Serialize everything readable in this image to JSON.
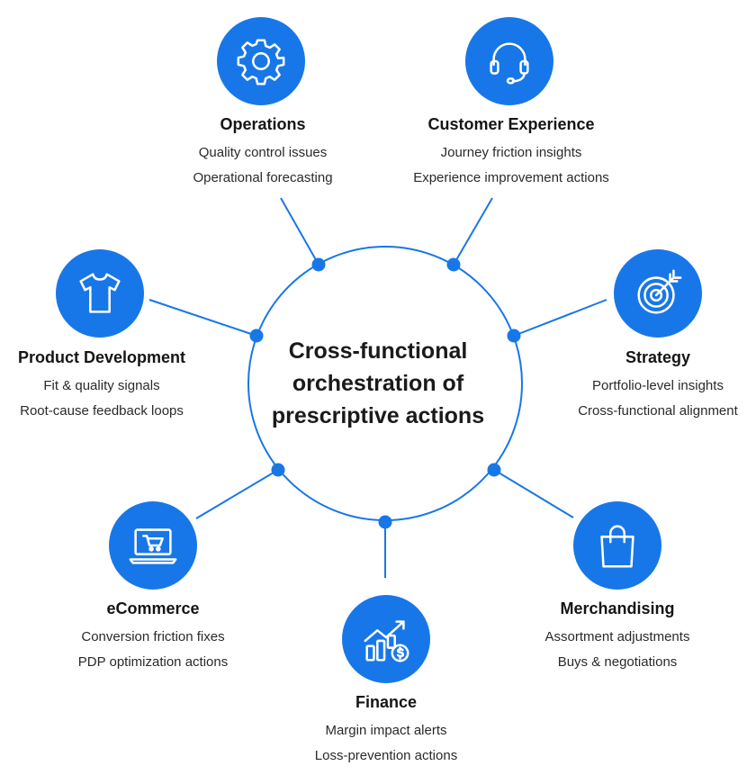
{
  "center": {
    "lines": [
      "Cross-functional",
      "orchestration of",
      "prescriptive actions"
    ]
  },
  "colors": {
    "accent": "#1877e8",
    "line": "#1877e8",
    "text": "#1a1a1a"
  },
  "functions": [
    {
      "id": "operations",
      "icon": "gear-icon",
      "title": "Operations",
      "items": [
        "Quality control issues",
        "Operational forecasting"
      ]
    },
    {
      "id": "customer-experience",
      "icon": "headset-icon",
      "title": "Customer Experience",
      "items": [
        "Journey friction insights",
        "Experience improvement actions"
      ]
    },
    {
      "id": "strategy",
      "icon": "target-icon",
      "title": "Strategy",
      "items": [
        "Portfolio-level insights",
        "Cross-functional alignment"
      ]
    },
    {
      "id": "merchandising",
      "icon": "shopping-bag-icon",
      "title": "Merchandising",
      "items": [
        "Assortment adjustments",
        "Buys & negotiations"
      ]
    },
    {
      "id": "finance",
      "icon": "finance-chart-icon",
      "title": "Finance",
      "items": [
        "Margin impact alerts",
        "Loss-prevention actions"
      ]
    },
    {
      "id": "ecommerce",
      "icon": "laptop-cart-icon",
      "title": "eCommerce",
      "items": [
        "Conversion friction fixes",
        "PDP optimization actions"
      ]
    },
    {
      "id": "product-development",
      "icon": "tshirt-icon",
      "title": "Product Development",
      "items": [
        "Fit & quality signals",
        "Root-cause feedback loops"
      ]
    }
  ]
}
